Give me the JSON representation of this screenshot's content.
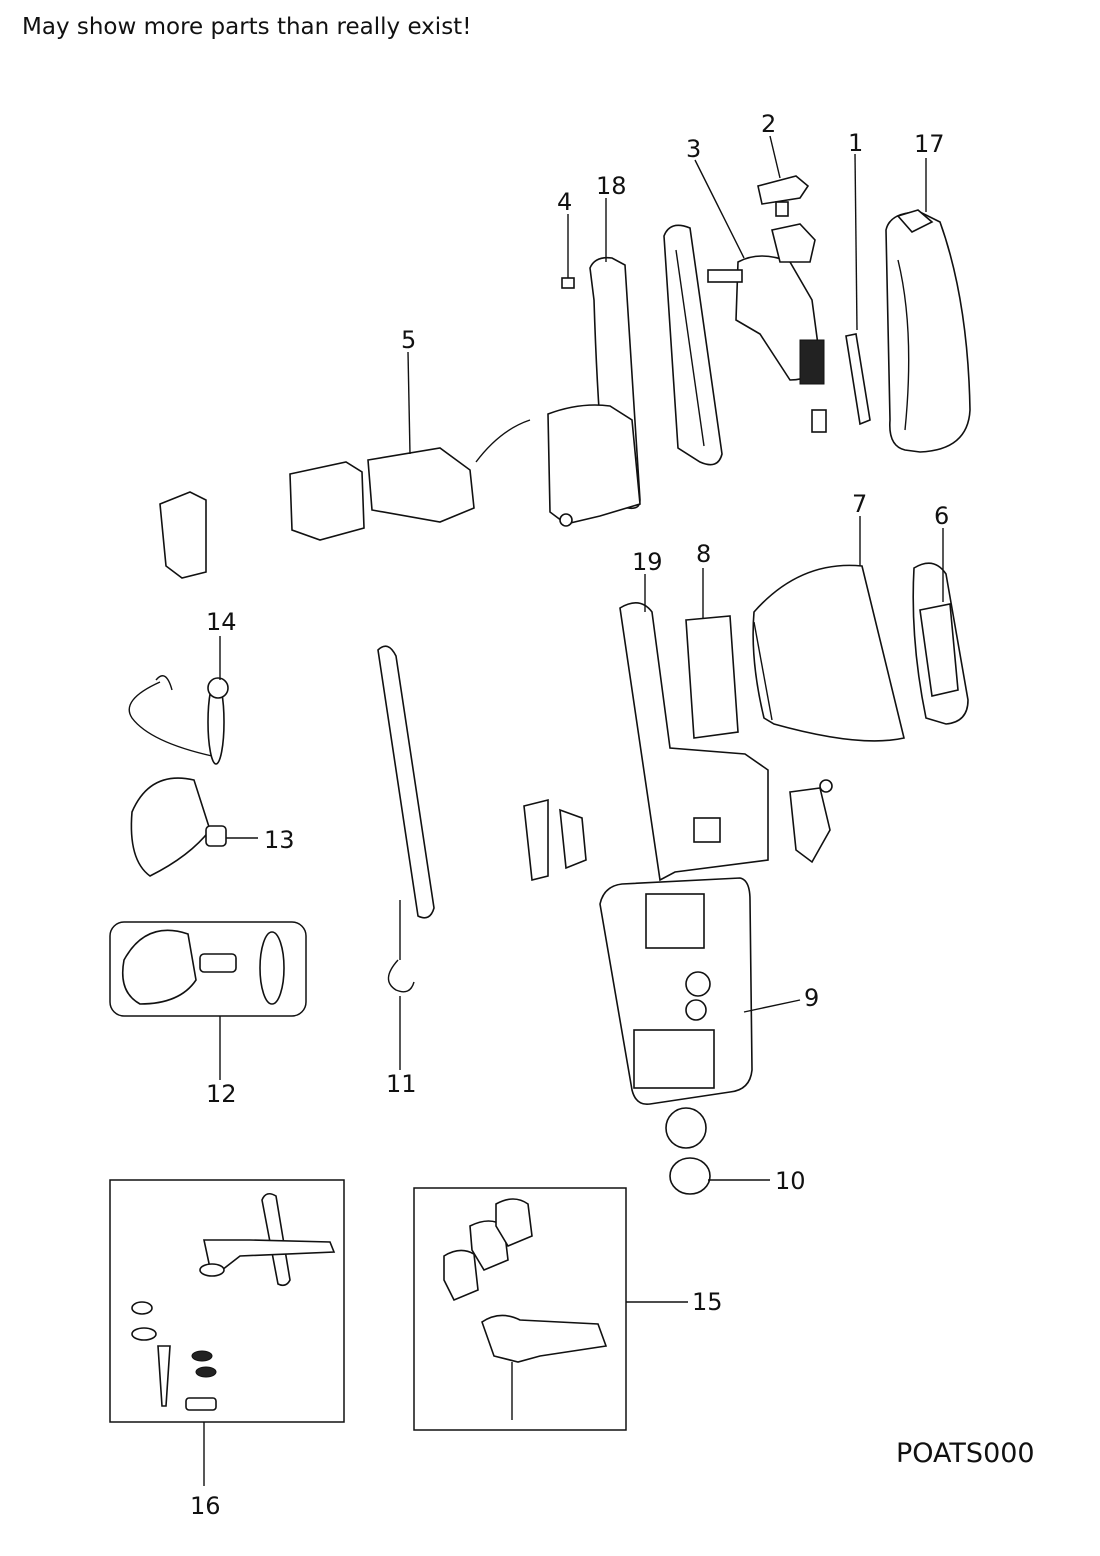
{
  "notice": "May show more parts than really exist!",
  "diagram_code": "POATS000",
  "callouts": [
    {
      "id": "p1",
      "label": "1"
    },
    {
      "id": "p2",
      "label": "2"
    },
    {
      "id": "p3",
      "label": "3"
    },
    {
      "id": "p4",
      "label": "4"
    },
    {
      "id": "p5",
      "label": "5"
    },
    {
      "id": "p6",
      "label": "6"
    },
    {
      "id": "p7",
      "label": "7"
    },
    {
      "id": "p8",
      "label": "8"
    },
    {
      "id": "p9",
      "label": "9"
    },
    {
      "id": "p10",
      "label": "10"
    },
    {
      "id": "p11",
      "label": "11"
    },
    {
      "id": "p12",
      "label": "12"
    },
    {
      "id": "p13",
      "label": "13"
    },
    {
      "id": "p14",
      "label": "14"
    },
    {
      "id": "p15",
      "label": "15"
    },
    {
      "id": "p16",
      "label": "16"
    },
    {
      "id": "p17",
      "label": "17"
    },
    {
      "id": "p18",
      "label": "18"
    },
    {
      "id": "p19",
      "label": "19"
    }
  ]
}
